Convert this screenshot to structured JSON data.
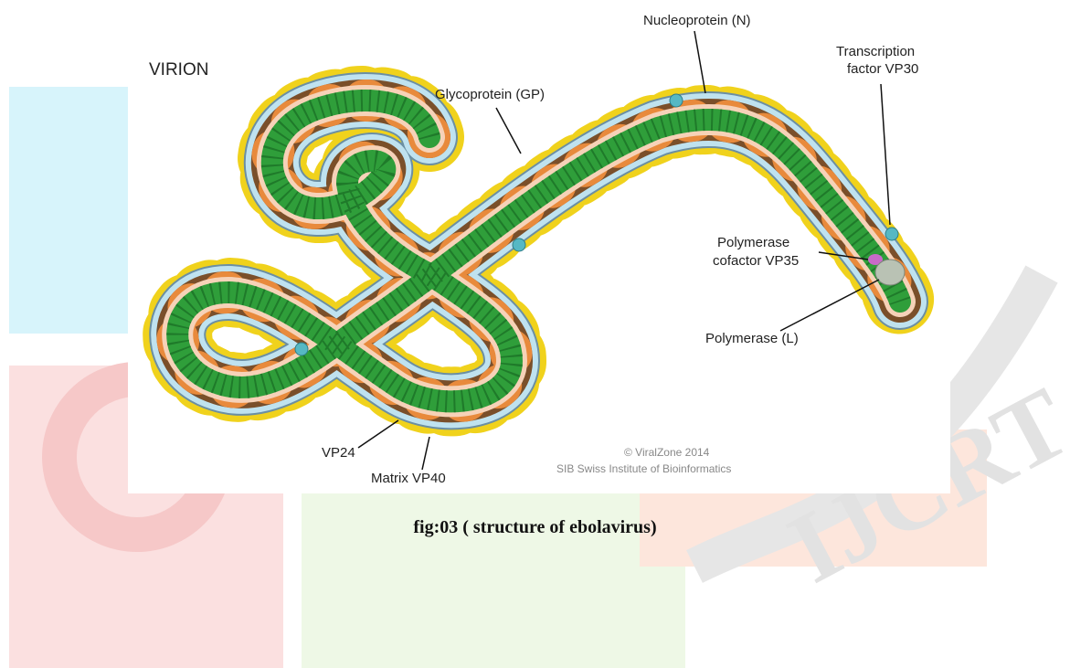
{
  "figure": {
    "title": "VIRION",
    "labels": {
      "nucleoprotein": "Nucleoprotein (N)",
      "transcription_factor_line1": "Transcription",
      "transcription_factor_line2": "factor VP30",
      "glycoprotein": "Glycoprotein (GP)",
      "polymerase_cofactor_line1": "Polymerase",
      "polymerase_cofactor_line2": "cofactor VP35",
      "polymerase": "Polymerase (L)",
      "vp24": "VP24",
      "matrix": "Matrix VP40"
    },
    "credit_line1": "© ViralZone 2014",
    "credit_line2": "SIB Swiss Institute of Bioinformatics",
    "colors": {
      "envelope": "#bfe2ef",
      "envelope_edge": "#6b8fa3",
      "matrix": "#7a4f2a",
      "interior": "#f6d2b8",
      "nucleocapsid": "#2f9e3a",
      "glycoprotein": "#f0d21c",
      "vp24": "#e88a3c",
      "vp30": "#56b8c4",
      "vp35": "#c86ac8",
      "polymerase": "#b9c2b4"
    }
  },
  "caption": "fig:03 ( structure of ebolavirus)",
  "watermark": {
    "text": "IJCRT"
  }
}
